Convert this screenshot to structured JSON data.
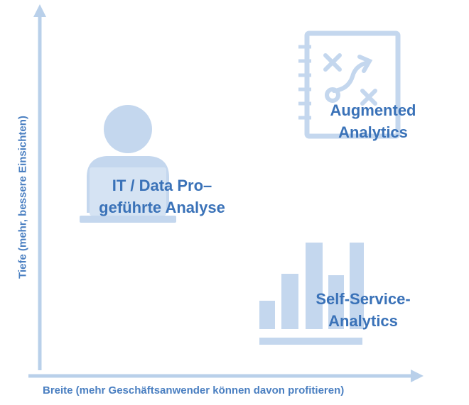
{
  "axes": {
    "x_label": "Breite (mehr Geschäftsanwender können davon profitieren)",
    "y_label": "Tiefe (mehr, bessere Einsichten)"
  },
  "quadrants": {
    "it_data_pro": {
      "line1": "IT / Data Pro–",
      "line2": "geführte Analyse",
      "icon": "person-at-laptop-icon"
    },
    "augmented": {
      "line1": "Augmented",
      "line2": "Analytics",
      "icon": "strategy-notebook-icon"
    },
    "self_service": {
      "line1": "Self-Service-",
      "line2": "Analytics",
      "icon": "bar-chart-icon"
    }
  },
  "colors": {
    "axis": "#b9d0ea",
    "icon_fill": "#c4d7ee",
    "label_text": "#3a72b8",
    "axis_text": "#4a7fc1"
  }
}
